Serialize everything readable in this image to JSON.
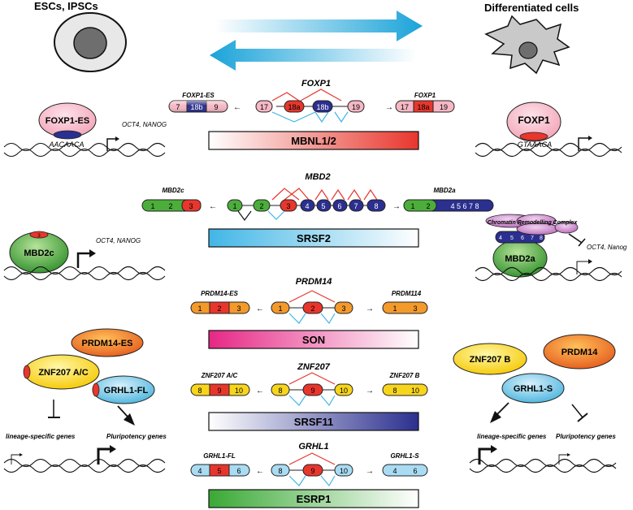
{
  "header": {
    "left_title": "ESCs, IPSCs",
    "right_title": "Differentiated cells"
  },
  "foxp1": {
    "gene": "FOXP1",
    "left_label": "FOXP1-ES",
    "left_exons": [
      "7",
      "18b",
      "9"
    ],
    "center_exons": [
      "17",
      "18a",
      "18b",
      "19"
    ],
    "right_label": "FOXP1",
    "right_exons": [
      "17",
      "18a",
      "19"
    ],
    "factor": "MBNL1/2",
    "left_protein": "FOXP1-ES",
    "left_motif": "AACAACA",
    "left_targets": "OCT4, NANOG",
    "right_protein": "FOXP1",
    "right_motif": "GTAAACA"
  },
  "mbd2": {
    "gene": "MBD2",
    "left_label": "MBD2c",
    "left_exons": [
      "1",
      "2",
      "3"
    ],
    "center_exons": [
      "1",
      "2",
      "3",
      "4",
      "5",
      "6",
      "7",
      "8"
    ],
    "right_label": "MBD2a",
    "right_exons": [
      "1",
      "2",
      "4 5 6 7 8"
    ],
    "factor": "SRSF2",
    "left_protein": "MBD2c",
    "left_protein_exon": "3",
    "left_targets": "OCT4, NANOG",
    "right_protein": "MBD2a",
    "right_protein_exons": [
      "4",
      "5",
      "6",
      "7",
      "8"
    ],
    "right_complex": "Chromatin Remodelling Complex",
    "right_targets": "OCT4, Nanog"
  },
  "prdm14": {
    "gene": "PRDM14",
    "left_label": "PRDM14-ES",
    "left_exons": [
      "1",
      "2",
      "3"
    ],
    "center_exons": [
      "1",
      "2",
      "3"
    ],
    "right_label": "PRDM114",
    "right_exons": [
      "1",
      "3"
    ],
    "factor": "SON"
  },
  "znf207": {
    "gene": "ZNF207",
    "left_label": "ZNF207 A/C",
    "left_exons": [
      "8",
      "9",
      "10"
    ],
    "center_exons": [
      "8",
      "9",
      "10"
    ],
    "right_label": "ZNF207 B",
    "right_exons": [
      "8",
      "10"
    ],
    "factor": "SRSF11"
  },
  "grhl1": {
    "gene": "GRHL1",
    "left_label": "GRHL1-FL",
    "left_exons": [
      "4",
      "5",
      "6"
    ],
    "center_exons": [
      "8",
      "9",
      "10"
    ],
    "right_label": "GRHL1-S",
    "right_exons": [
      "4",
      "6"
    ],
    "factor": "ESRP1"
  },
  "lower_left": {
    "proteins": [
      "PRDM14-ES",
      "ZNF207 A/C",
      "GRHL1-FL"
    ],
    "inhibited": "lineage-specific genes",
    "activated": "Pluripotency genes"
  },
  "lower_right": {
    "proteins": [
      "ZNF207 B",
      "PRDM14",
      "GRHL1-S"
    ],
    "activated": "lineage-specific genes",
    "inhibited": "Pluripotency genes"
  },
  "colors": {
    "red": "#e8362d",
    "pink": "#f5b8c4",
    "blue_dark": "#2b2f8f",
    "green": "#4cae3a",
    "cyan": "#41b6e6",
    "orange": "#f39a2b",
    "yellow": "#f7d51d",
    "magenta": "#e62785"
  }
}
